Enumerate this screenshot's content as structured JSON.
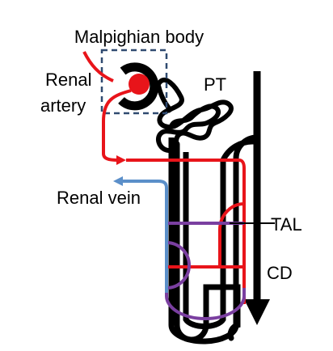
{
  "labels": {
    "malpighian_body": "Malpighian body",
    "renal_artery_line1": "Renal",
    "renal_artery_line2": "artery",
    "pt": "PT",
    "renal_vein": "Renal vein",
    "tal": "TAL",
    "cd": "CD"
  },
  "colors": {
    "artery": "#e8141a",
    "vein": "#5b8fc9",
    "vasa_recta": "#7a3fa0",
    "tubule": "#000000",
    "box": "#2f4a70"
  }
}
